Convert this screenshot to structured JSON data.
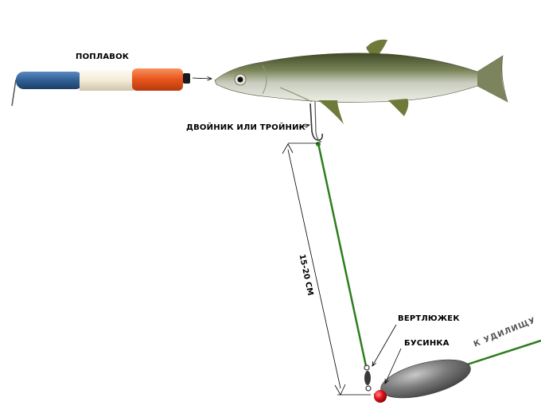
{
  "labels": {
    "float": "ПОПЛАВОК",
    "hook": "ДВОЙНИК ИЛИ ТРОЙНИК",
    "distance": "15-20 СМ",
    "swivel": "ВЕРТЛЮЖЕК",
    "bead": "БУСИНКА",
    "rod": "К УДИЛИЩУ"
  },
  "colors": {
    "line": "#2e7d1e",
    "bead": "#e0141c",
    "float_blue": "#2f5f95",
    "float_orange": "#e8541c",
    "float_cream": "#f4ecd8",
    "sinker": "#6f6f6f",
    "fish_back": "#5c6b3a",
    "fish_belly": "#d9dccf"
  }
}
